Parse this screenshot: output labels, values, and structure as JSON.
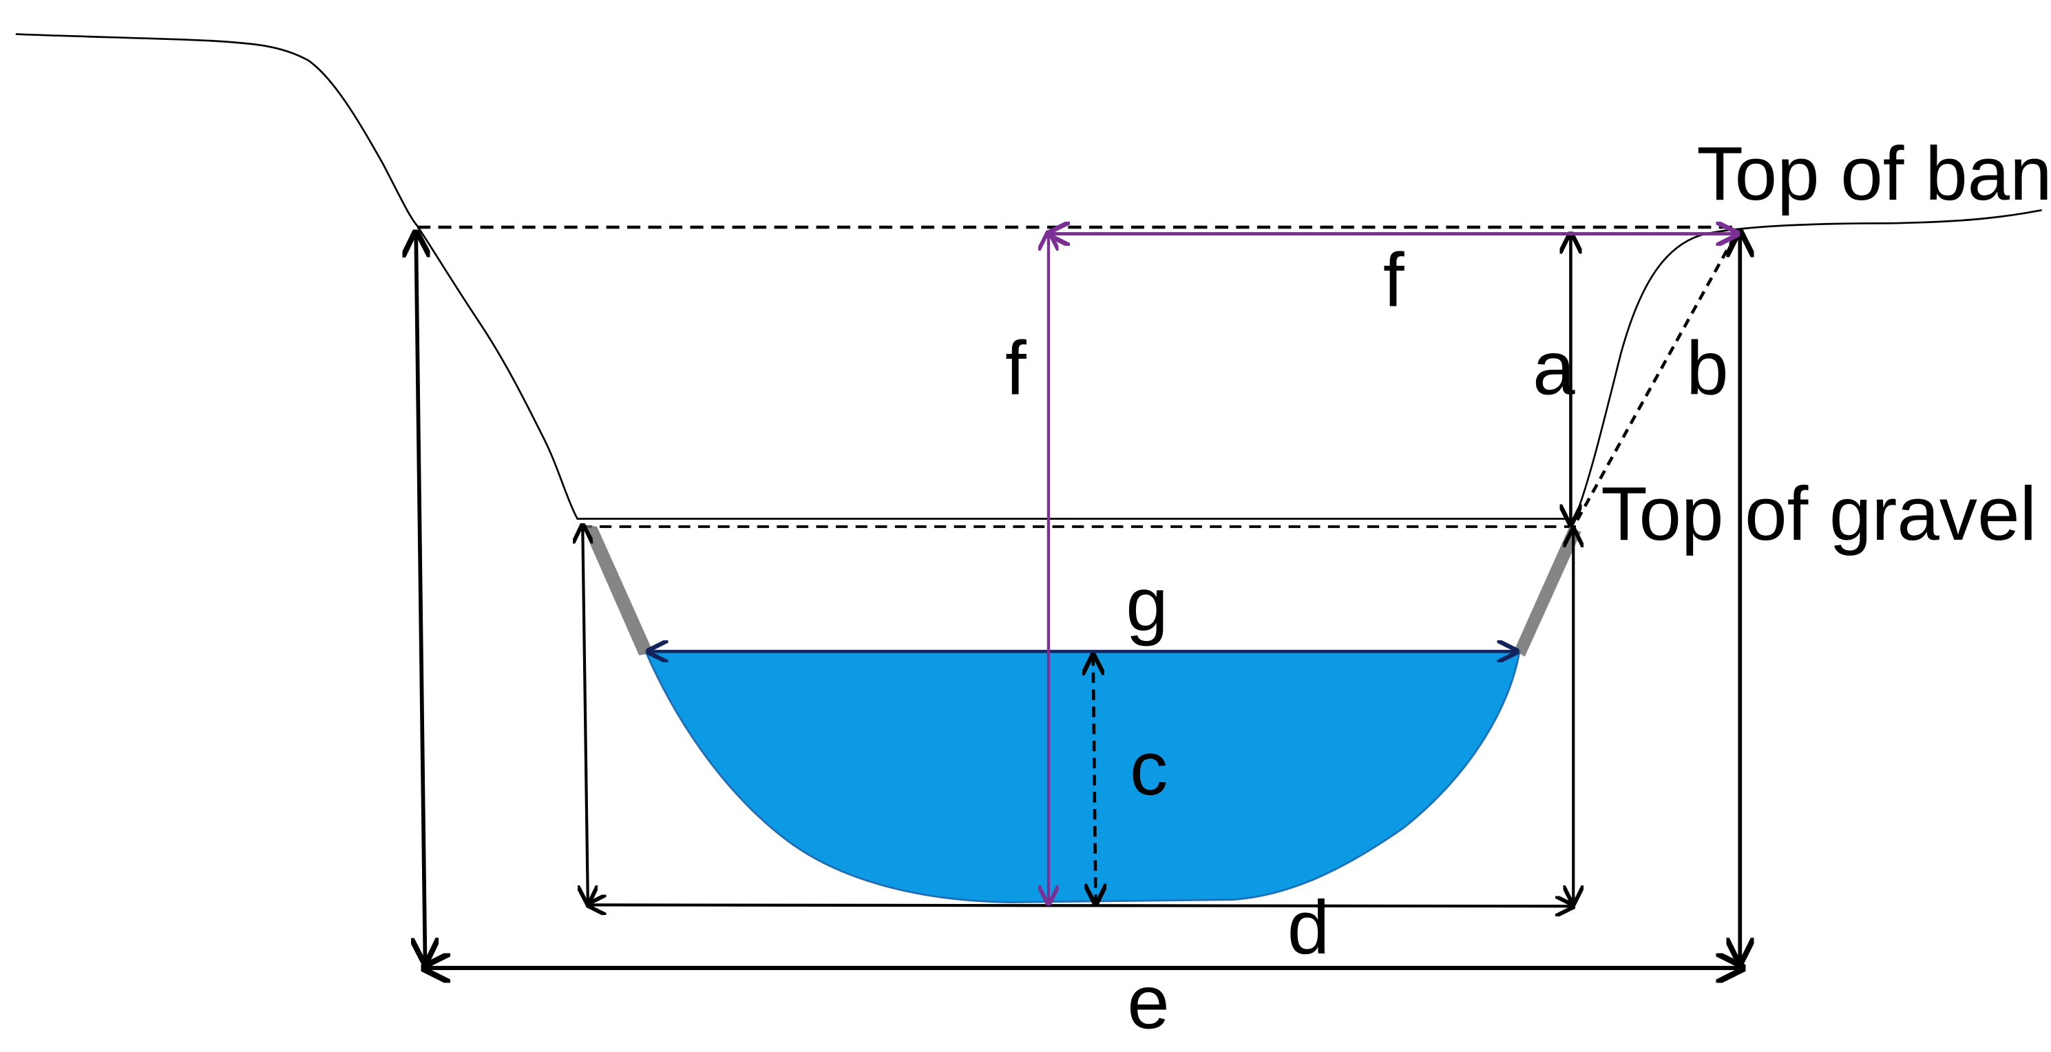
{
  "labels": {
    "top_of_bank": "Top of bank",
    "top_of_gravel": "Top of gravel",
    "a": "a",
    "b": "b",
    "c": "c",
    "d": "d",
    "e": "e",
    "f_horizontal": "f",
    "f_vertical": "f",
    "g": "g"
  },
  "colors": {
    "water": "#0c9ae4",
    "water_edge": "#1f6fb8",
    "purple_measure": "#7b2f95",
    "black_measure": "#000000",
    "navy_measure": "#13235c",
    "bank_line": "#000000",
    "gravel": "#666666"
  }
}
